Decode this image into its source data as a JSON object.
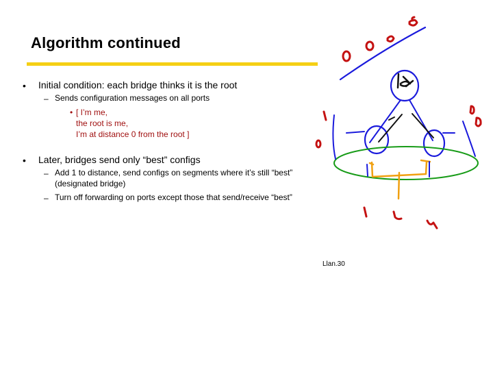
{
  "slide": {
    "title": "Algorithm continued",
    "footer": "Llan.30",
    "accent_color": "#f5cf14",
    "note_color": "#a01010"
  },
  "bullets": [
    {
      "text": "Initial condition:  each bridge thinks it is the root",
      "sub": [
        {
          "text": "Sends configuration messages on all ports",
          "sub": [
            {
              "lines": [
                "[ I’m me,",
                "the root is me,",
                "I’m at distance 0 from the root ]"
              ]
            }
          ]
        }
      ]
    },
    {
      "text": "Later, bridges send only “best” configs",
      "sub": [
        {
          "lines": [
            "Add 1 to distance, send configs on segments where it’s still “best”",
            "(designated bridge)"
          ]
        },
        {
          "lines": [
            "Turn off forwarding on ports except those that send/receive “best”"
          ]
        }
      ]
    }
  ],
  "markers": {
    "level1": "•",
    "level2": "–",
    "level3": "•"
  },
  "annotations": {
    "description": "handwritten pen drawing of a bridge network",
    "colors": {
      "blue": "#1a1adc",
      "red": "#c41212",
      "green": "#179b17",
      "orange": "#f0a010",
      "black": "#111111"
    }
  }
}
